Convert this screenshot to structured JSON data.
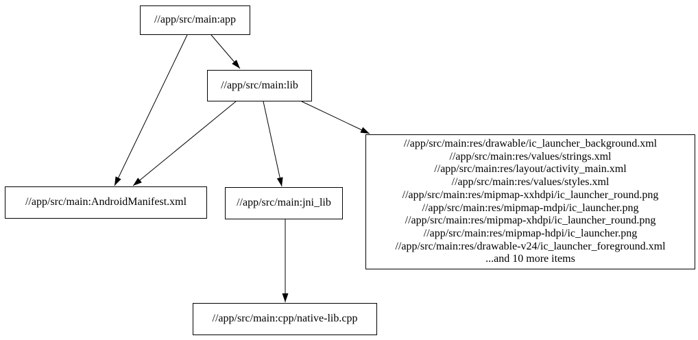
{
  "diagram": {
    "background_color": "#ffffff",
    "node_fill_color": "#ffffff",
    "node_border_color": "#000000",
    "text_color": "#000000",
    "edge_color": "#000000"
  },
  "nodes": {
    "app": {
      "label": "//app/src/main:app"
    },
    "lib": {
      "label": "//app/src/main:lib"
    },
    "android_manifest": {
      "label": "//app/src/main:AndroidManifest.xml"
    },
    "jni_lib": {
      "label": "//app/src/main:jni_lib"
    },
    "resources": {
      "lines": [
        "//app/src/main:res/drawable/ic_launcher_background.xml",
        "//app/src/main:res/values/strings.xml",
        "//app/src/main:res/layout/activity_main.xml",
        "//app/src/main:res/values/styles.xml",
        "//app/src/main:res/mipmap-xxhdpi/ic_launcher_round.png",
        "//app/src/main:res/mipmap-mdpi/ic_launcher.png",
        "//app/src/main:res/mipmap-xhdpi/ic_launcher_round.png",
        "//app/src/main:res/mipmap-hdpi/ic_launcher.png",
        "//app/src/main:res/drawable-v24/ic_launcher_foreground.xml",
        "...and 10 more items"
      ]
    },
    "native_lib_cpp": {
      "label": "//app/src/main:cpp/native-lib.cpp"
    }
  },
  "edges": [
    {
      "from": "app",
      "to": "lib"
    },
    {
      "from": "app",
      "to": "android_manifest"
    },
    {
      "from": "lib",
      "to": "android_manifest"
    },
    {
      "from": "lib",
      "to": "jni_lib"
    },
    {
      "from": "lib",
      "to": "resources"
    },
    {
      "from": "jni_lib",
      "to": "native_lib_cpp"
    }
  ]
}
